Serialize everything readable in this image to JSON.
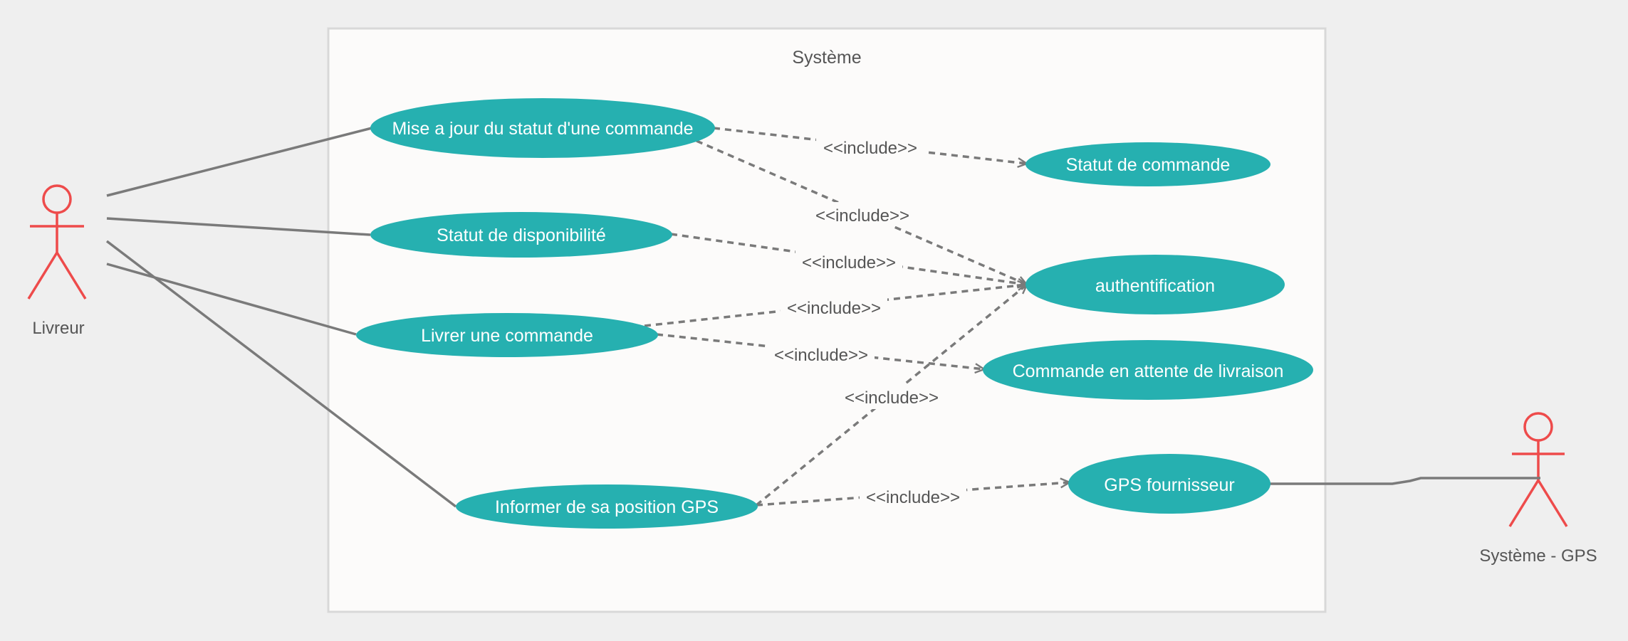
{
  "colors": {
    "background": "#efefef",
    "system_fill": "#fcfbfa",
    "system_border": "#d8d8d8",
    "usecase_fill": "#26b0b0",
    "actor_stroke": "#ee4b4b",
    "line": "#7a7a7a"
  },
  "system": {
    "title": "Système"
  },
  "actors": {
    "livreur": "Livreur",
    "gps_system": "Système - GPS"
  },
  "usecases": {
    "maj_statut": "Mise a jour du statut d'une commande",
    "statut_dispo": "Statut de disponibilité",
    "livrer": "Livrer une commande",
    "informer_gps": "Informer de sa position GPS",
    "statut_commande": "Statut de commande",
    "authentification": "authentification",
    "commande_attente": "Commande en attente de livraison",
    "gps_fournisseur": "GPS fournisseur"
  },
  "relations": {
    "include": "<<include>>"
  }
}
